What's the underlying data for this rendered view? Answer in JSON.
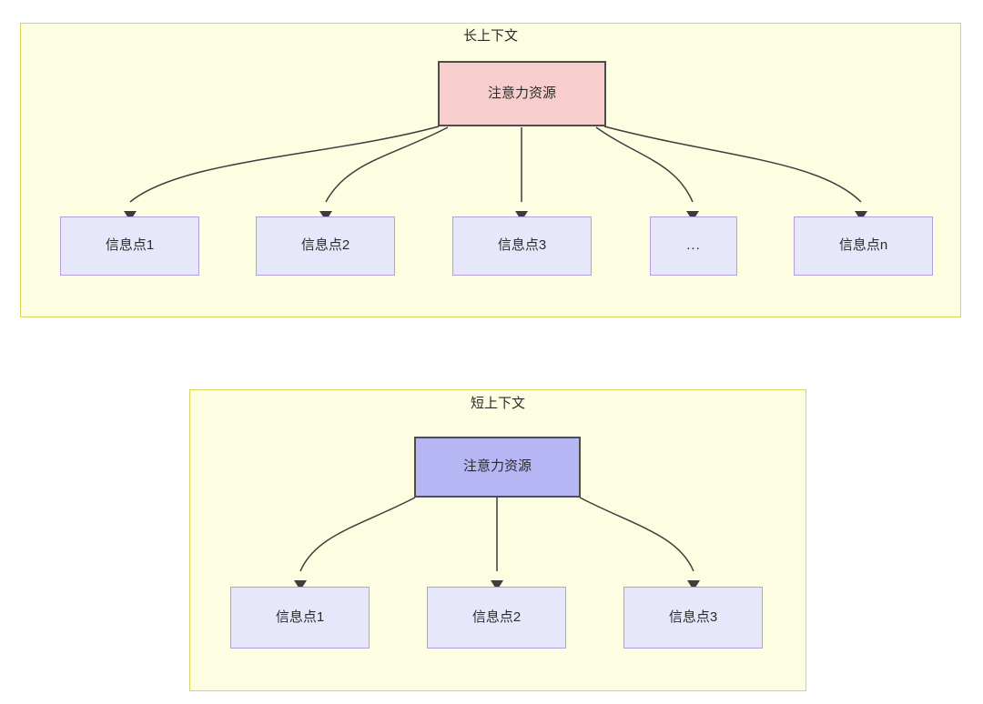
{
  "diagram": {
    "type": "hierarchy-comparison",
    "background_color": "#ffffff",
    "panels": [
      {
        "id": "long-context",
        "title": "长上下文",
        "fill_color": "#fdfde2",
        "border_color": "#d6d65c",
        "root": {
          "label": "注意力资源",
          "fill_color": "#f8cecc",
          "border_color": "#4d4d4d"
        },
        "leaves": [
          {
            "label": "信息点1"
          },
          {
            "label": "信息点2"
          },
          {
            "label": "信息点3"
          },
          {
            "label": "..."
          },
          {
            "label": "信息点n"
          }
        ],
        "leaf_fill_color": "#e7e7fb",
        "leaf_border_color": "#b39ddb"
      },
      {
        "id": "short-context",
        "title": "短上下文",
        "fill_color": "#fdfde2",
        "border_color": "#d6d65c",
        "root": {
          "label": "注意力资源",
          "fill_color": "#b7b7f5",
          "border_color": "#4d4d4d"
        },
        "leaves": [
          {
            "label": "信息点1"
          },
          {
            "label": "信息点2"
          },
          {
            "label": "信息点3"
          }
        ],
        "leaf_fill_color": "#e7e7fb",
        "leaf_border_color": "#b39ddb"
      }
    ],
    "edge_color": "#3d3d3d"
  }
}
